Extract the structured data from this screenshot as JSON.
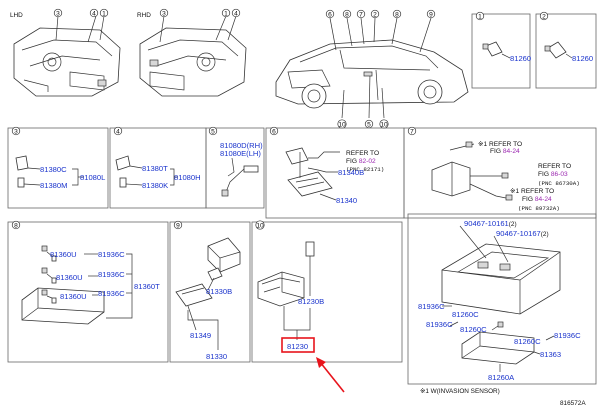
{
  "header": {
    "lhd_label": "LHD",
    "rhd_label": "RHD"
  },
  "callouts": {
    "c1": "1",
    "c2": "2",
    "c3": "3",
    "c4": "4",
    "c5": "5",
    "c6": "6",
    "c7": "7",
    "c8": "8",
    "c9": "9",
    "c10": "10"
  },
  "parts": {
    "p81260_a": "81260",
    "p81260_b": "81260",
    "p81380C": "81380C",
    "p81380M": "81380M",
    "p81080L": "81080L",
    "p81380T": "81380T",
    "p81380K": "81380K",
    "p81080H": "81080H",
    "p81080D": "81080D(RH)",
    "p81080E": "81080E(LH)",
    "p81340B": "81340B",
    "p81340": "81340",
    "p81360U_1": "81360U",
    "p81360U_2": "81360U",
    "p81360U_3": "81360U",
    "p81936C_1": "81936C",
    "p81936C_2": "81936C",
    "p81936C_3": "81936C",
    "p81360T": "81360T",
    "p81330B": "81330B",
    "p81349": "81349",
    "p81330": "81330",
    "p81230B": "81230B",
    "p81230": "81230",
    "p90467_10161": "90467-10161",
    "p90467_10161_qty": "(2)",
    "p90467_10167": "90467-10167",
    "p90467_10167_qty": "(2)",
    "p81936C_4": "81936C",
    "p81260C_1": "81260C",
    "p81936C_5": "81936C",
    "p81260C_2": "81260C",
    "p81260C_3": "81260C",
    "p81936C_6": "81936C",
    "p81363": "81363",
    "p81260A": "81260A"
  },
  "references": {
    "ref6_line1": "REFER TO",
    "ref6_fig_prefix": "FIG ",
    "ref6_fig": "82-02",
    "ref6_pnc": "(PNC 82171)",
    "ref7a_line1": "※1 REFER TO",
    "ref7a_fig_prefix": "FIG ",
    "ref7a_fig": "84-24",
    "ref7b_line1": "REFER TO",
    "ref7b_fig_prefix": "FIG ",
    "ref7b_fig": "86-03",
    "ref7b_pnc": "(PNC 86730A)",
    "ref7c_line1": "※1 REFER TO",
    "ref7c_fig_prefix": "FIG ",
    "ref7c_fig": "84-24",
    "ref7c_pnc": "(PNC 89732A)"
  },
  "footnote": "※1 W(INVASION SENSOR)",
  "diagram_code": "816572A",
  "highlight": {
    "part": "81230",
    "box_color": "#e8141c",
    "arrow_color": "#e8141c"
  },
  "colors": {
    "part_number": "#1a33cc",
    "figure_link": "#9b27b0"
  }
}
